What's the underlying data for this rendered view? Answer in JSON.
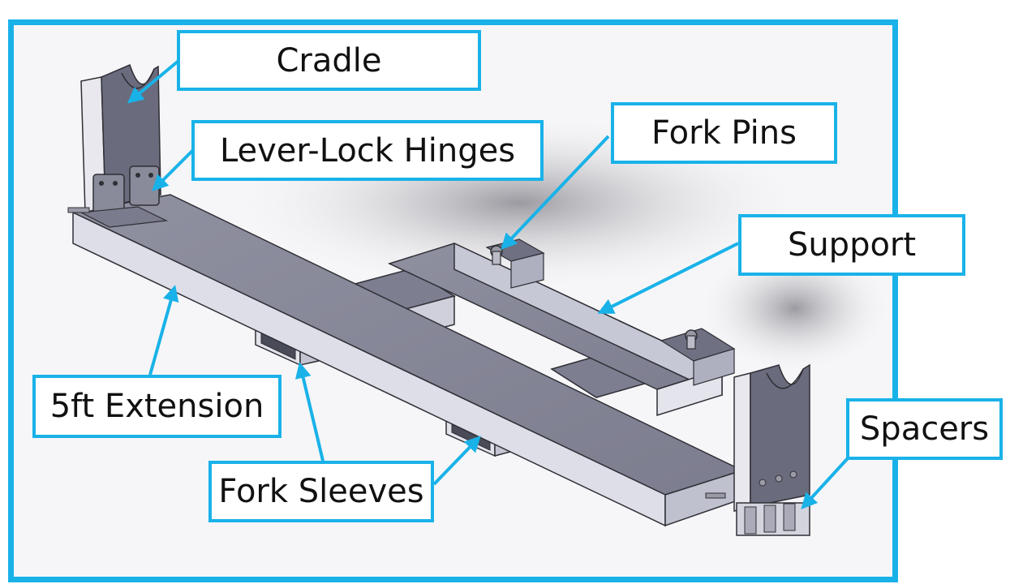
{
  "diagram": {
    "accent_color": "#19b2e8",
    "labels": {
      "cradle": "Cradle",
      "lever_lock_hinges": "Lever-Lock Hinges",
      "fork_pins": "Fork Pins",
      "support": "Support",
      "extension": "5ft Extension",
      "fork_sleeves": "Fork Sleeves",
      "spacers": "Spacers"
    }
  }
}
